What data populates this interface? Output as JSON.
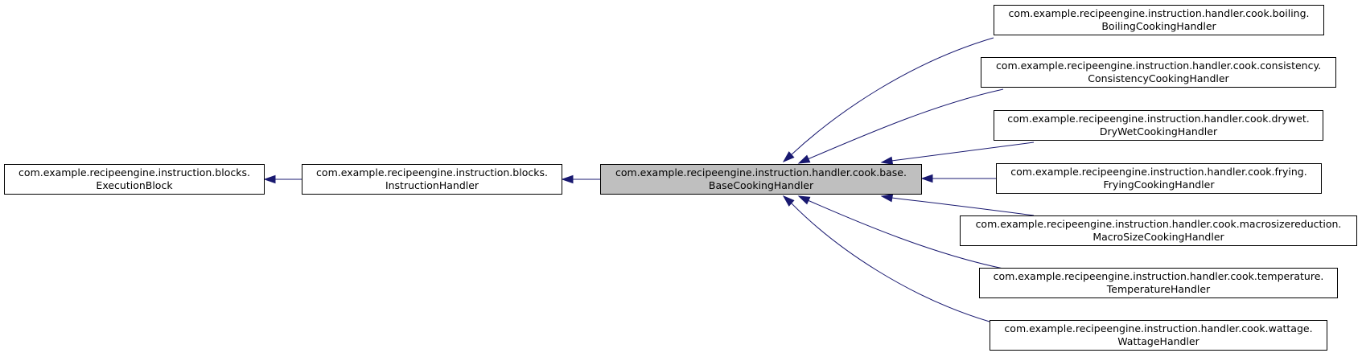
{
  "nodes": [
    {
      "id": "execution-block",
      "line1": "com.example.recipeengine.instruction.blocks.",
      "line2": "ExecutionBlock"
    },
    {
      "id": "instruction-handler",
      "line1": "com.example.recipeengine.instruction.blocks.",
      "line2": "InstructionHandler"
    },
    {
      "id": "base-cooking-handler",
      "line1": "com.example.recipeengine.instruction.handler.cook.base.",
      "line2": "BaseCookingHandler",
      "current": true
    },
    {
      "id": "boiling-cooking-handler",
      "line1": "com.example.recipeengine.instruction.handler.cook.boiling.",
      "line2": "BoilingCookingHandler"
    },
    {
      "id": "consistency-cooking-handler",
      "line1": "com.example.recipeengine.instruction.handler.cook.consistency.",
      "line2": "ConsistencyCookingHandler"
    },
    {
      "id": "drywet-cooking-handler",
      "line1": "com.example.recipeengine.instruction.handler.cook.drywet.",
      "line2": "DryWetCookingHandler"
    },
    {
      "id": "frying-cooking-handler",
      "line1": "com.example.recipeengine.instruction.handler.cook.frying.",
      "line2": "FryingCookingHandler"
    },
    {
      "id": "macrosize-cooking-handler",
      "line1": "com.example.recipeengine.instruction.handler.cook.macrosizereduction.",
      "line2": "MacroSizeCookingHandler"
    },
    {
      "id": "temperature-handler",
      "line1": "com.example.recipeengine.instruction.handler.cook.temperature.",
      "line2": "TemperatureHandler"
    },
    {
      "id": "wattage-handler",
      "line1": "com.example.recipeengine.instruction.handler.cook.wattage.",
      "line2": "WattageHandler"
    }
  ],
  "edges": [
    {
      "from": "instruction-handler",
      "to": "execution-block"
    },
    {
      "from": "base-cooking-handler",
      "to": "instruction-handler"
    },
    {
      "from": "boiling-cooking-handler",
      "to": "base-cooking-handler"
    },
    {
      "from": "consistency-cooking-handler",
      "to": "base-cooking-handler"
    },
    {
      "from": "drywet-cooking-handler",
      "to": "base-cooking-handler"
    },
    {
      "from": "frying-cooking-handler",
      "to": "base-cooking-handler"
    },
    {
      "from": "macrosize-cooking-handler",
      "to": "base-cooking-handler"
    },
    {
      "from": "temperature-handler",
      "to": "base-cooking-handler"
    },
    {
      "from": "wattage-handler",
      "to": "base-cooking-handler"
    }
  ],
  "colors": {
    "edge": "#191970",
    "current_fill": "#bfbfbf",
    "node_border": "#000000"
  }
}
